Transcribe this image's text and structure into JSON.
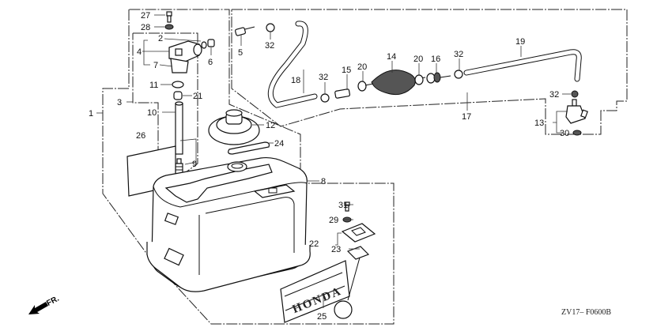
{
  "diagram": {
    "title": "Honda fuel tank parts diagram",
    "figure_code": "ZV17– F0600B",
    "direction_marker": {
      "icon": "arrow-front-icon",
      "label": "FR."
    },
    "brand_decal_text": "HONDA",
    "callouts": [
      {
        "id": "1",
        "part": "fuel-tank-assembly"
      },
      {
        "id": "2",
        "part": "fuel-joint-component"
      },
      {
        "id": "3",
        "part": "fuel-gauge-assembly"
      },
      {
        "id": "4",
        "part": "fuel-joint-assembly"
      },
      {
        "id": "5",
        "part": "fuel-connector"
      },
      {
        "id": "6",
        "part": "joint-cap"
      },
      {
        "id": "7",
        "part": "joint-base"
      },
      {
        "id": "8",
        "part": "fuel-tank"
      },
      {
        "id": "9",
        "part": "strainer"
      },
      {
        "id": "10",
        "part": "suction-pipe"
      },
      {
        "id": "11",
        "part": "seal"
      },
      {
        "id": "12",
        "part": "tank-cap"
      },
      {
        "id": "13",
        "part": "connector-assembly"
      },
      {
        "id": "14",
        "part": "primer-bulb"
      },
      {
        "id": "15",
        "part": "bulb-joint"
      },
      {
        "id": "16",
        "part": "bulb-joint"
      },
      {
        "id": "17",
        "part": "fuel-tube-assembly"
      },
      {
        "id": "18",
        "part": "fuel-tube"
      },
      {
        "id": "19",
        "part": "fuel-tube"
      },
      {
        "id": "20",
        "part": "bulb-clip"
      },
      {
        "id": "21",
        "part": "o-ring"
      },
      {
        "id": "22",
        "part": "gauge-cover-assembly"
      },
      {
        "id": "23",
        "part": "gasket"
      },
      {
        "id": "24",
        "part": "cap-strap"
      },
      {
        "id": "25",
        "part": "honda-mark-decal"
      },
      {
        "id": "26",
        "part": "caution-label"
      },
      {
        "id": "27",
        "part": "screw"
      },
      {
        "id": "28",
        "part": "washer"
      },
      {
        "id": "29",
        "part": "washer"
      },
      {
        "id": "30",
        "part": "o-ring"
      },
      {
        "id": "31",
        "part": "screw"
      },
      {
        "id": "32",
        "part": "tube-clip"
      }
    ],
    "labels": {
      "l1": "1",
      "l2": "2",
      "l3": "3",
      "l4": "4",
      "l5": "5",
      "l6": "6",
      "l7": "7",
      "l8": "8",
      "l9": "9",
      "l10": "10",
      "l11": "11",
      "l12": "12",
      "l13": "13",
      "l14": "14",
      "l15": "15",
      "l16": "16",
      "l17": "17",
      "l18": "18",
      "l19": "19",
      "l20a": "20",
      "l20b": "20",
      "l21": "21",
      "l22": "22",
      "l23": "23",
      "l24": "24",
      "l25": "25",
      "l26": "26",
      "l27": "27",
      "l28": "28",
      "l29": "29",
      "l30": "30",
      "l31": "31",
      "l32a": "32",
      "l32b": "32",
      "l32c": "32",
      "l32d": "32"
    }
  }
}
